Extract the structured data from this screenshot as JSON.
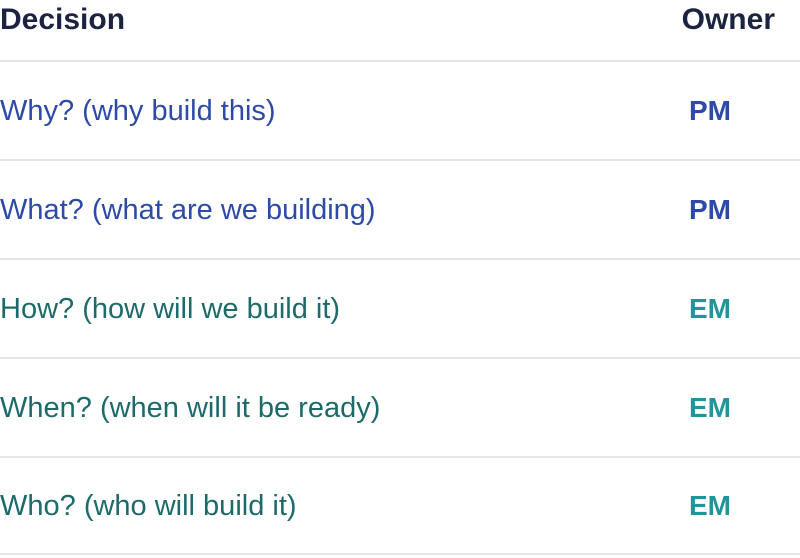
{
  "table": {
    "headers": {
      "decision": "Decision",
      "owner": "Owner"
    },
    "rows": [
      {
        "decision": "Why? (why build this)",
        "owner": "PM"
      },
      {
        "decision": "What? (what are we building)",
        "owner": "PM"
      },
      {
        "decision": "How? (how will we build it)",
        "owner": "EM"
      },
      {
        "decision": "When? (when will it be ready)",
        "owner": "EM"
      },
      {
        "decision": "Who? (who will build it)",
        "owner": "EM"
      }
    ]
  },
  "colors": {
    "header_text": "#1b2341",
    "pm_text": "#2e4aa8",
    "em_decision_text": "#1d6a6a",
    "em_owner_text": "#23959a",
    "divider": "#e6e6e6"
  }
}
